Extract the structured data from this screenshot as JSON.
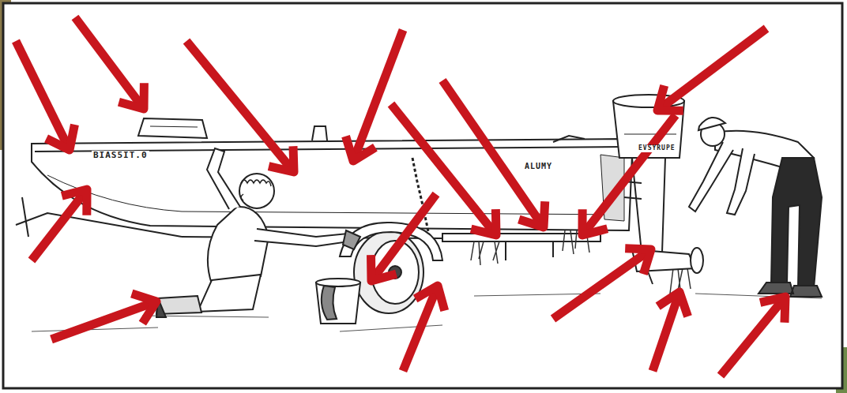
{
  "diagram": {
    "labels": [
      "BIAS5IT.0",
      "ALUMY",
      "EVSYRUPE"
    ]
  }
}
